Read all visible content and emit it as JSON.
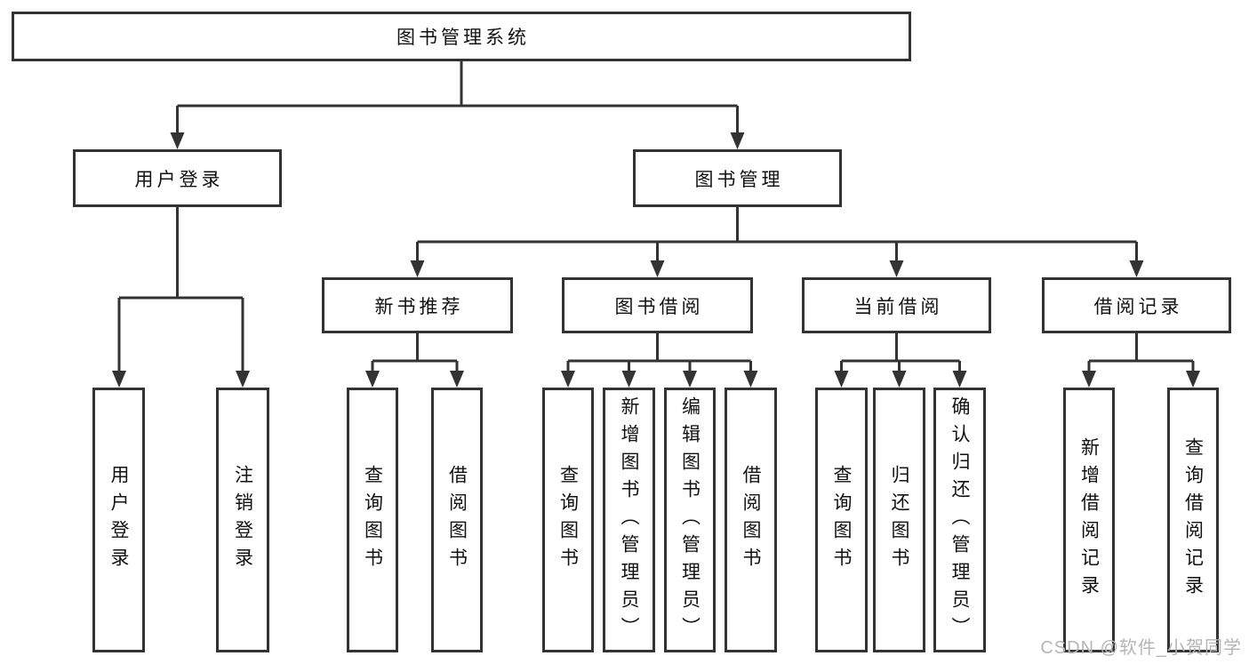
{
  "colors": {
    "line": "#333333",
    "box_border": "#333333",
    "box_fill": "#ffffff",
    "text": "#111111",
    "watermark": "#b5b5b5"
  },
  "tree": {
    "label": "图书管理系统",
    "children": [
      {
        "label": "用户登录",
        "children": [
          {
            "label": "用户登录"
          },
          {
            "label": "注销登录"
          }
        ]
      },
      {
        "label": "图书管理",
        "children": [
          {
            "label": "新书推荐",
            "children": [
              {
                "label": "查询图书"
              },
              {
                "label": "借阅图书"
              }
            ]
          },
          {
            "label": "图书借阅",
            "children": [
              {
                "label": "查询图书"
              },
              {
                "label": "新增图书（管理员）"
              },
              {
                "label": "编辑图书（管理员）"
              },
              {
                "label": "借阅图书"
              }
            ]
          },
          {
            "label": "当前借阅",
            "children": [
              {
                "label": "查询图书"
              },
              {
                "label": "归还图书"
              },
              {
                "label": "确认归还（管理员）"
              }
            ]
          },
          {
            "label": "借阅记录",
            "children": [
              {
                "label": "新增借阅记录"
              },
              {
                "label": "查询借阅记录"
              }
            ]
          }
        ]
      }
    ]
  },
  "watermark": {
    "text": "CSDN @软件_小贺同学"
  }
}
